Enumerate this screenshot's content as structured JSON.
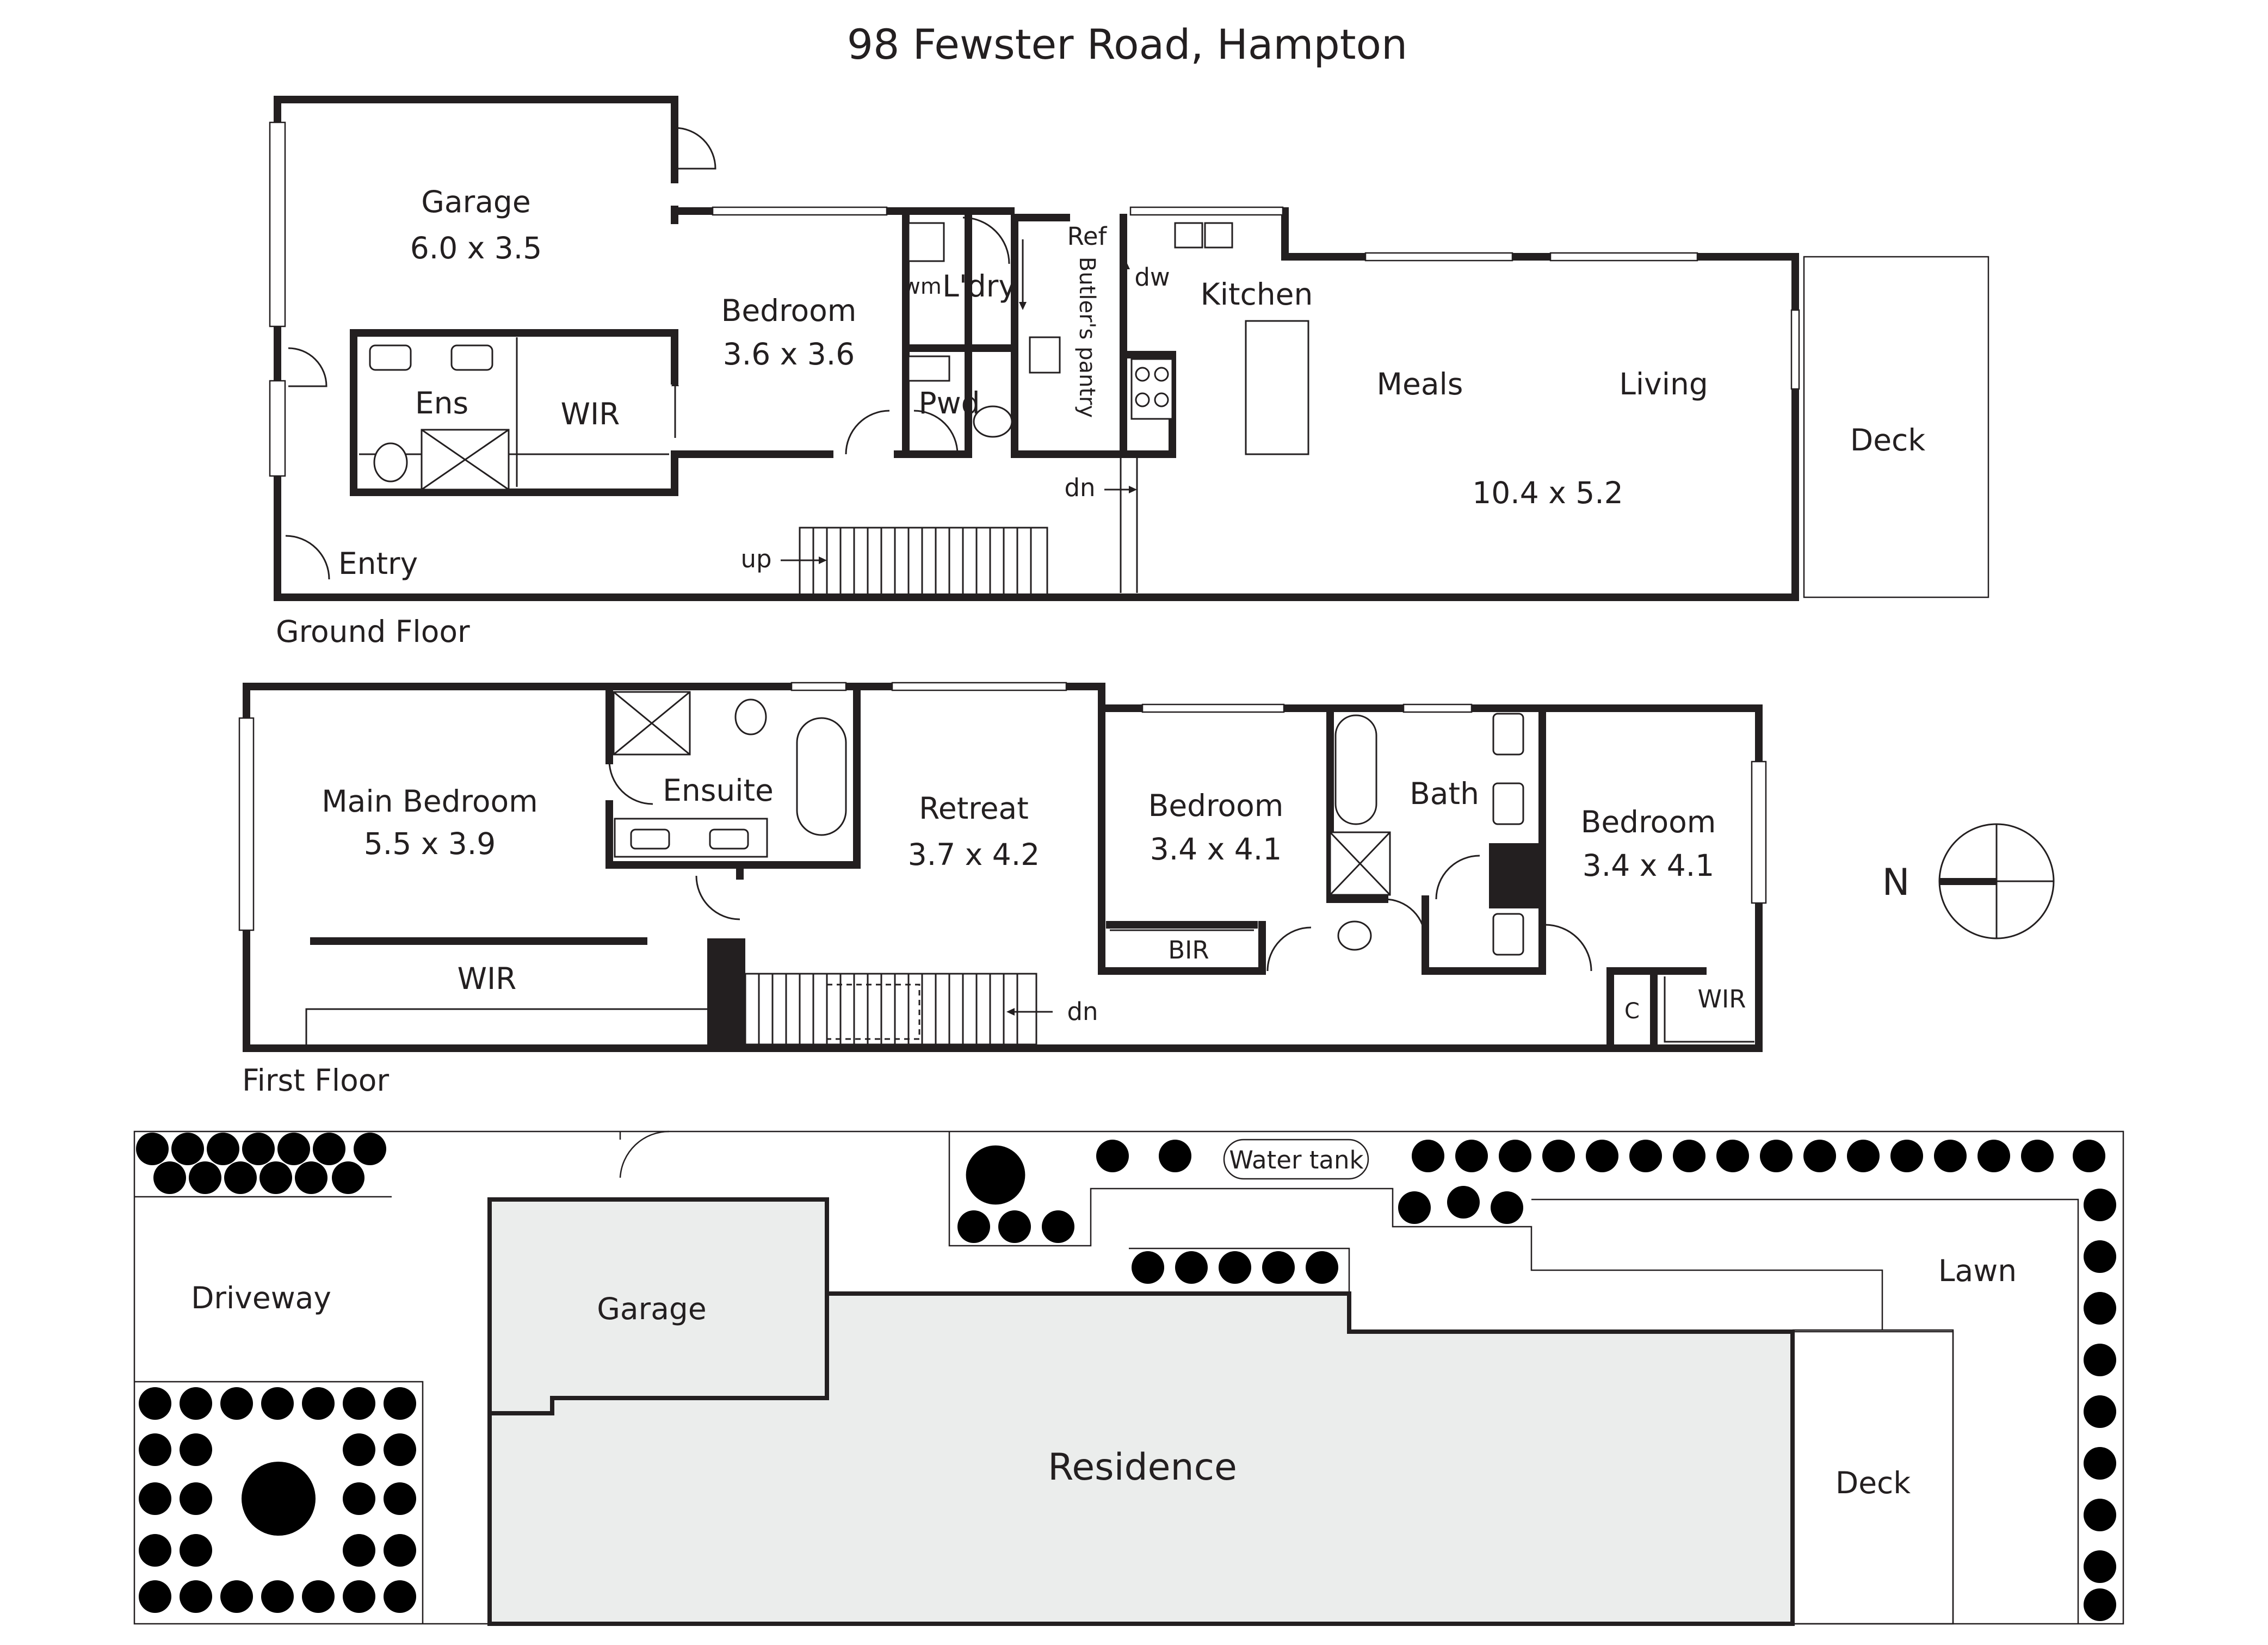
{
  "title": "98 Fewster Road, Hampton",
  "ground_floor": {
    "label": "Ground Floor",
    "garage": {
      "name": "Garage",
      "size": "6.0 x 3.5"
    },
    "bedroom": {
      "name": "Bedroom",
      "size": "3.6 x 3.6"
    },
    "ens": "Ens",
    "wir": "WIR",
    "entry": "Entry",
    "up": "up",
    "laundry": "L'dry",
    "wm": "wm",
    "pwd": "Pwd",
    "ref": "Ref",
    "butlers_pantry": "Butler's pantry",
    "dw": "dw",
    "dn": "dn",
    "kitchen": "Kitchen",
    "meals": "Meals",
    "living": "Living",
    "living_size": "10.4 x 5.2",
    "deck": "Deck"
  },
  "first_floor": {
    "label": "First Floor",
    "main_bedroom": {
      "name": "Main Bedroom",
      "size": "5.5 x 3.9"
    },
    "ensuite": "Ensuite",
    "wir": "WIR",
    "retreat": {
      "name": "Retreat",
      "size": "3.7 x 4.2"
    },
    "bedroom_2": {
      "name": "Bedroom",
      "size": "3.4 x 4.1"
    },
    "bir": "BIR",
    "bath": "Bath",
    "bedroom_3": {
      "name": "Bedroom",
      "size": "3.4 x 4.1"
    },
    "c": "C",
    "wir_2": "WIR",
    "dn": "dn"
  },
  "compass": {
    "label": "N"
  },
  "site_plan": {
    "driveway": "Driveway",
    "garage": "Garage",
    "residence": "Residence",
    "water_tank": "Water tank",
    "lawn": "Lawn",
    "deck": "Deck"
  },
  "colors": {
    "line": "#231f20",
    "building_fill": "#ebedec",
    "background": "#ffffff"
  }
}
